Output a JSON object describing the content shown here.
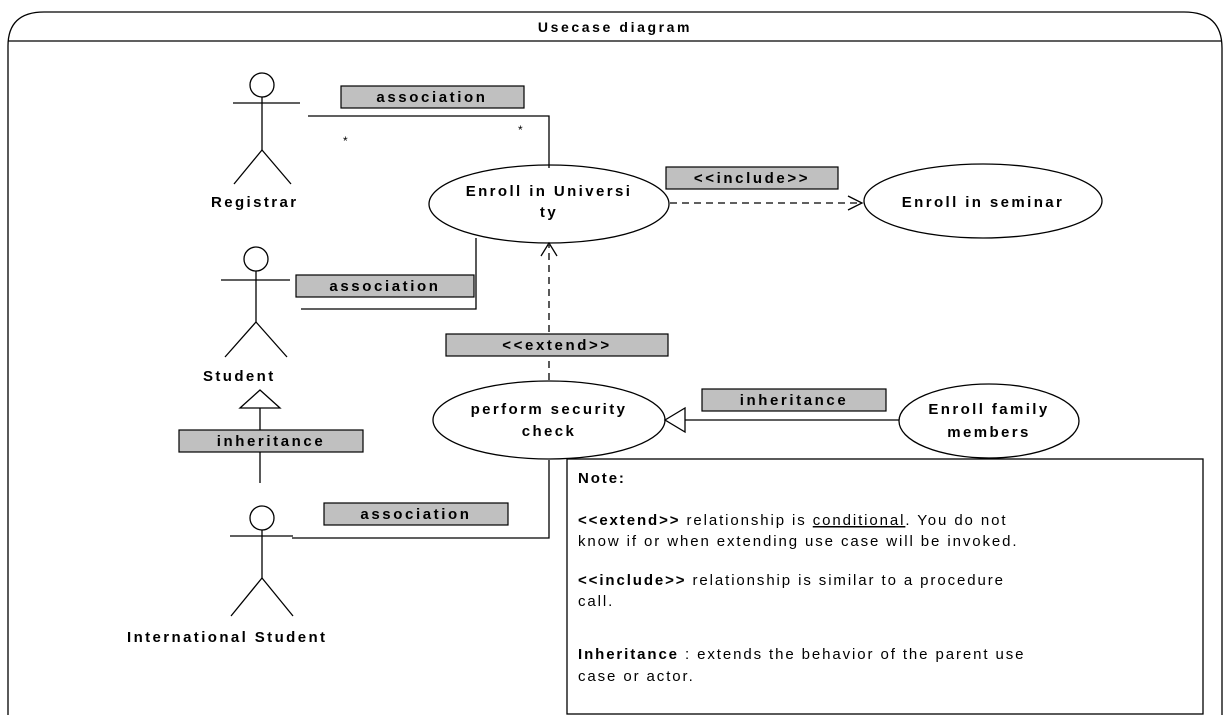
{
  "frame": {
    "title": "Usecase diagram"
  },
  "actors": {
    "registrar": "Registrar",
    "student": "Student",
    "international_student": "International Student"
  },
  "use_cases": {
    "enroll_university_line1": "Enroll in Universi",
    "enroll_university_line2": "ty",
    "enroll_seminar": "Enroll in seminar",
    "security_check_line1": "perform security",
    "security_check_line2": "check",
    "enroll_family_line1": "Enroll family",
    "enroll_family_line2": "members"
  },
  "relationships": {
    "registrar_association": "association",
    "registrar_multiplicity_actor": "*",
    "registrar_multiplicity_usecase": "*",
    "student_association": "association",
    "international_association": "association",
    "include": "<<include>>",
    "extend": "<<extend>>",
    "usecase_inheritance": "inheritance",
    "actor_inheritance": "inheritance"
  },
  "note": {
    "heading": "Note:",
    "extend_keyword": "<<extend>>",
    "extend_text_a": " relationship is ",
    "extend_underlined": "conditional",
    "extend_text_b": ". You do not",
    "extend_text_line2": "know if or when extending use case will be invoked.",
    "include_keyword": "<<include>>",
    "include_text_a": " relationship is similar to a procedure",
    "include_text_line2": "call.",
    "inheritance_keyword": "Inheritance",
    "inheritance_text_a": " : extends the behavior of the parent use",
    "inheritance_text_line2": "case or actor."
  }
}
